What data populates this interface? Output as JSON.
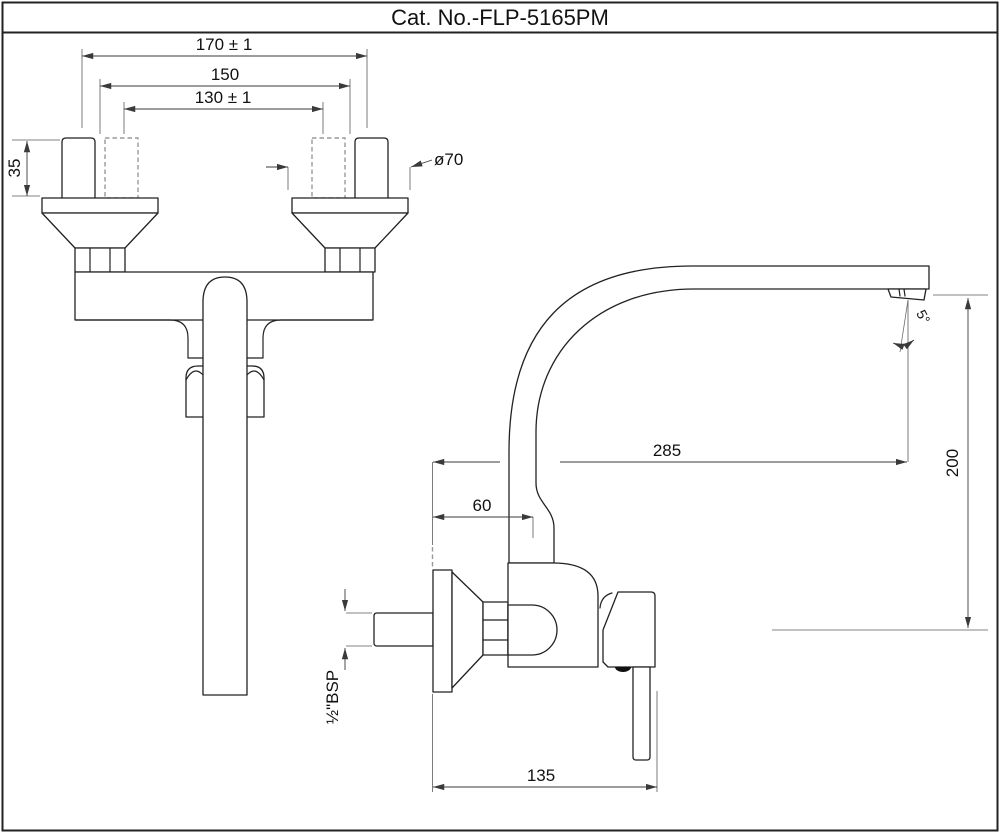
{
  "title": "Cat. No.-FLP-5165PM",
  "front_view": {
    "dim_outer_centers": "170 ± 1",
    "dim_mid_centers": "150",
    "dim_inner_centers": "130 ± 1",
    "dim_inlet_length": "35",
    "dim_flange_diameter": "ø70"
  },
  "side_view": {
    "dim_spout_reach": "285",
    "dim_wall_to_bend": "60",
    "dim_outlet_height": "200",
    "dim_outlet_angle": "5°",
    "dim_inlet_thread": "½\"BSP",
    "dim_body_length": "135"
  },
  "colors": {
    "outline": "#222222",
    "dimension": "#3a3a3a",
    "dashed_alt_position": "#9a9a9a",
    "background": "#ffffff"
  }
}
